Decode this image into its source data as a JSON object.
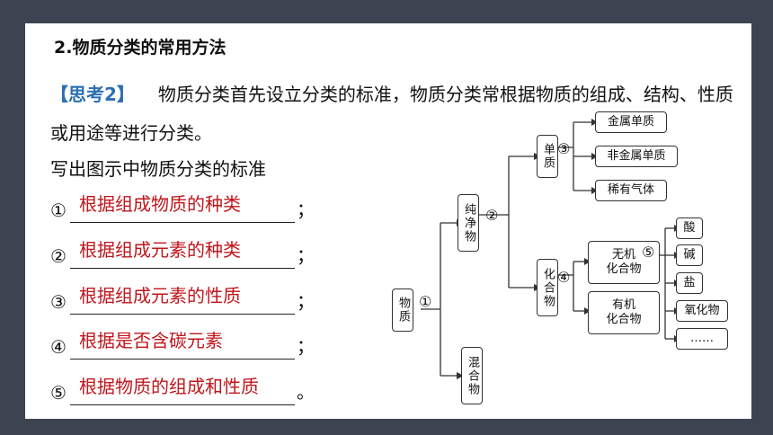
{
  "heading": "2.物质分类的常用方法",
  "question": {
    "tag": "【思考2】",
    "text": "物质分类首先设立分类的标准，物质分类常根据物质的组成、结构、性质或用途等进行分类。"
  },
  "prompt": "写出图示中物质分类的标准",
  "answers": [
    {
      "num": "①",
      "text": "根据组成物质的种类",
      "end": "；"
    },
    {
      "num": "②",
      "text": "根据组成元素的种类",
      "end": "；"
    },
    {
      "num": "③",
      "text": "根据组成元素的性质",
      "end": "；"
    },
    {
      "num": "④",
      "text": "根据是否含碳元素",
      "end": "；"
    },
    {
      "num": "⑤",
      "text": "根据物质的组成和性质",
      "end": "。"
    }
  ],
  "diagram": {
    "substance": "物质",
    "pure": "纯净物",
    "mixture": "混合物",
    "element_sub": "单质",
    "compound": "化合物",
    "metal_element": "金属单质",
    "nonmetal_element": "非金属单质",
    "noble_gas": "稀有气体",
    "inorganic": "无机\n化合物",
    "organic": "有机\n化合物",
    "acid": "酸",
    "base": "碱",
    "salt": "盐",
    "oxide": "氧化物",
    "etc": "……",
    "marks": [
      "①",
      "②",
      "③",
      "④",
      "⑤"
    ]
  },
  "colors": {
    "answer": "#c0161c",
    "tag": "#2c6fb0",
    "frame": "#3d4451"
  }
}
